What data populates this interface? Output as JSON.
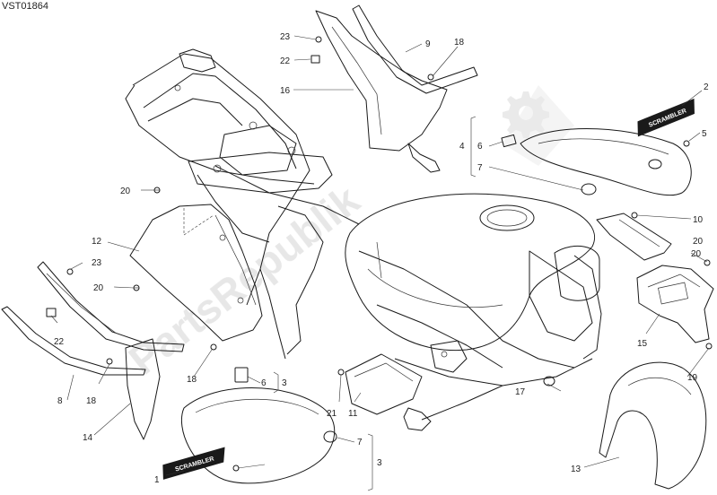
{
  "diagram": {
    "code": "VST01864",
    "watermark": "PartsRepublik",
    "callouts": [
      {
        "id": "c1",
        "label": "1"
      },
      {
        "id": "c2",
        "label": "2"
      },
      {
        "id": "c3a",
        "label": "3"
      },
      {
        "id": "c3b",
        "label": "3"
      },
      {
        "id": "c4",
        "label": "4"
      },
      {
        "id": "c5",
        "label": "5"
      },
      {
        "id": "c6a",
        "label": "6"
      },
      {
        "id": "c6b",
        "label": "6"
      },
      {
        "id": "c7a",
        "label": "7"
      },
      {
        "id": "c7b",
        "label": "7"
      },
      {
        "id": "c8",
        "label": "8"
      },
      {
        "id": "c9",
        "label": "9"
      },
      {
        "id": "c10",
        "label": "10"
      },
      {
        "id": "c11",
        "label": "11"
      },
      {
        "id": "c12",
        "label": "12"
      },
      {
        "id": "c13",
        "label": "13"
      },
      {
        "id": "c14",
        "label": "14"
      },
      {
        "id": "c15",
        "label": "15"
      },
      {
        "id": "c16",
        "label": "16"
      },
      {
        "id": "c17",
        "label": "17"
      },
      {
        "id": "c18a",
        "label": "18"
      },
      {
        "id": "c18b",
        "label": "18"
      },
      {
        "id": "c18c",
        "label": "18"
      },
      {
        "id": "c19",
        "label": "19"
      },
      {
        "id": "c20a",
        "label": "20"
      },
      {
        "id": "c20b",
        "label": "20"
      },
      {
        "id": "c20c",
        "label": "20"
      },
      {
        "id": "c20d",
        "label": "20"
      },
      {
        "id": "c21",
        "label": "21"
      },
      {
        "id": "c22a",
        "label": "22"
      },
      {
        "id": "c22b",
        "label": "22"
      },
      {
        "id": "c23a",
        "label": "23"
      },
      {
        "id": "c23b",
        "label": "23"
      }
    ],
    "emblems": {
      "left": "SCRAMBLER",
      "right": "SCRAMBLER"
    }
  }
}
